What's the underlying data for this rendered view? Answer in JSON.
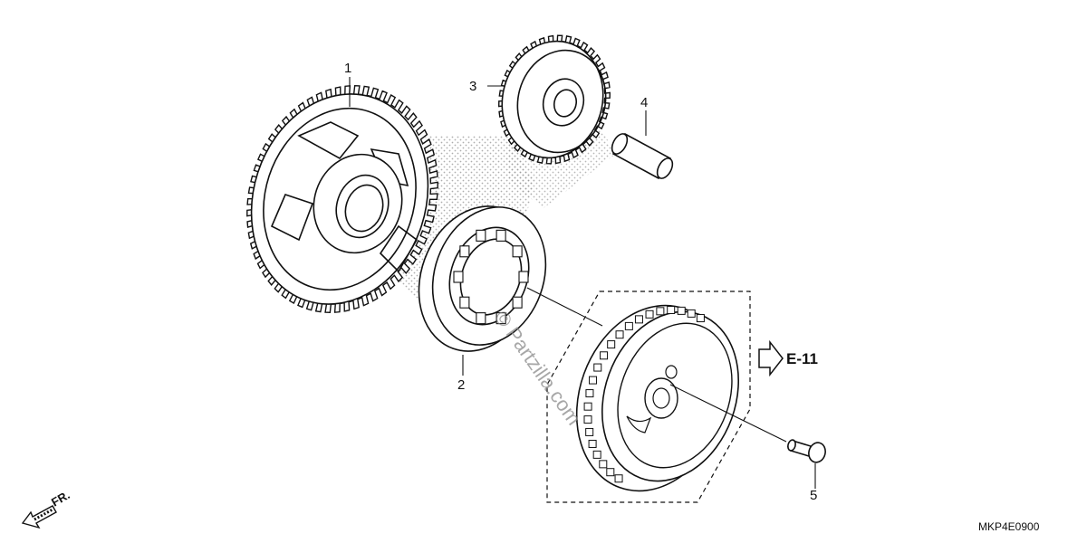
{
  "callouts": [
    {
      "number": "1",
      "part": "gear"
    },
    {
      "number": "2",
      "part": "clutch"
    },
    {
      "number": "3",
      "part": "gear"
    },
    {
      "number": "4",
      "part": "pin"
    },
    {
      "number": "5",
      "part": "bolt"
    }
  ],
  "reference": {
    "label": "E-11",
    "icon": "arrow-right-icon"
  },
  "front_marker": {
    "label": "FR.",
    "icon": "arrow-down-left-icon"
  },
  "diagram_code": "MKP4E0900",
  "watermark": "© Partzilla.com",
  "colors": {
    "line": "#111111",
    "hatch": "#9a9a9a",
    "background": "#ffffff"
  }
}
